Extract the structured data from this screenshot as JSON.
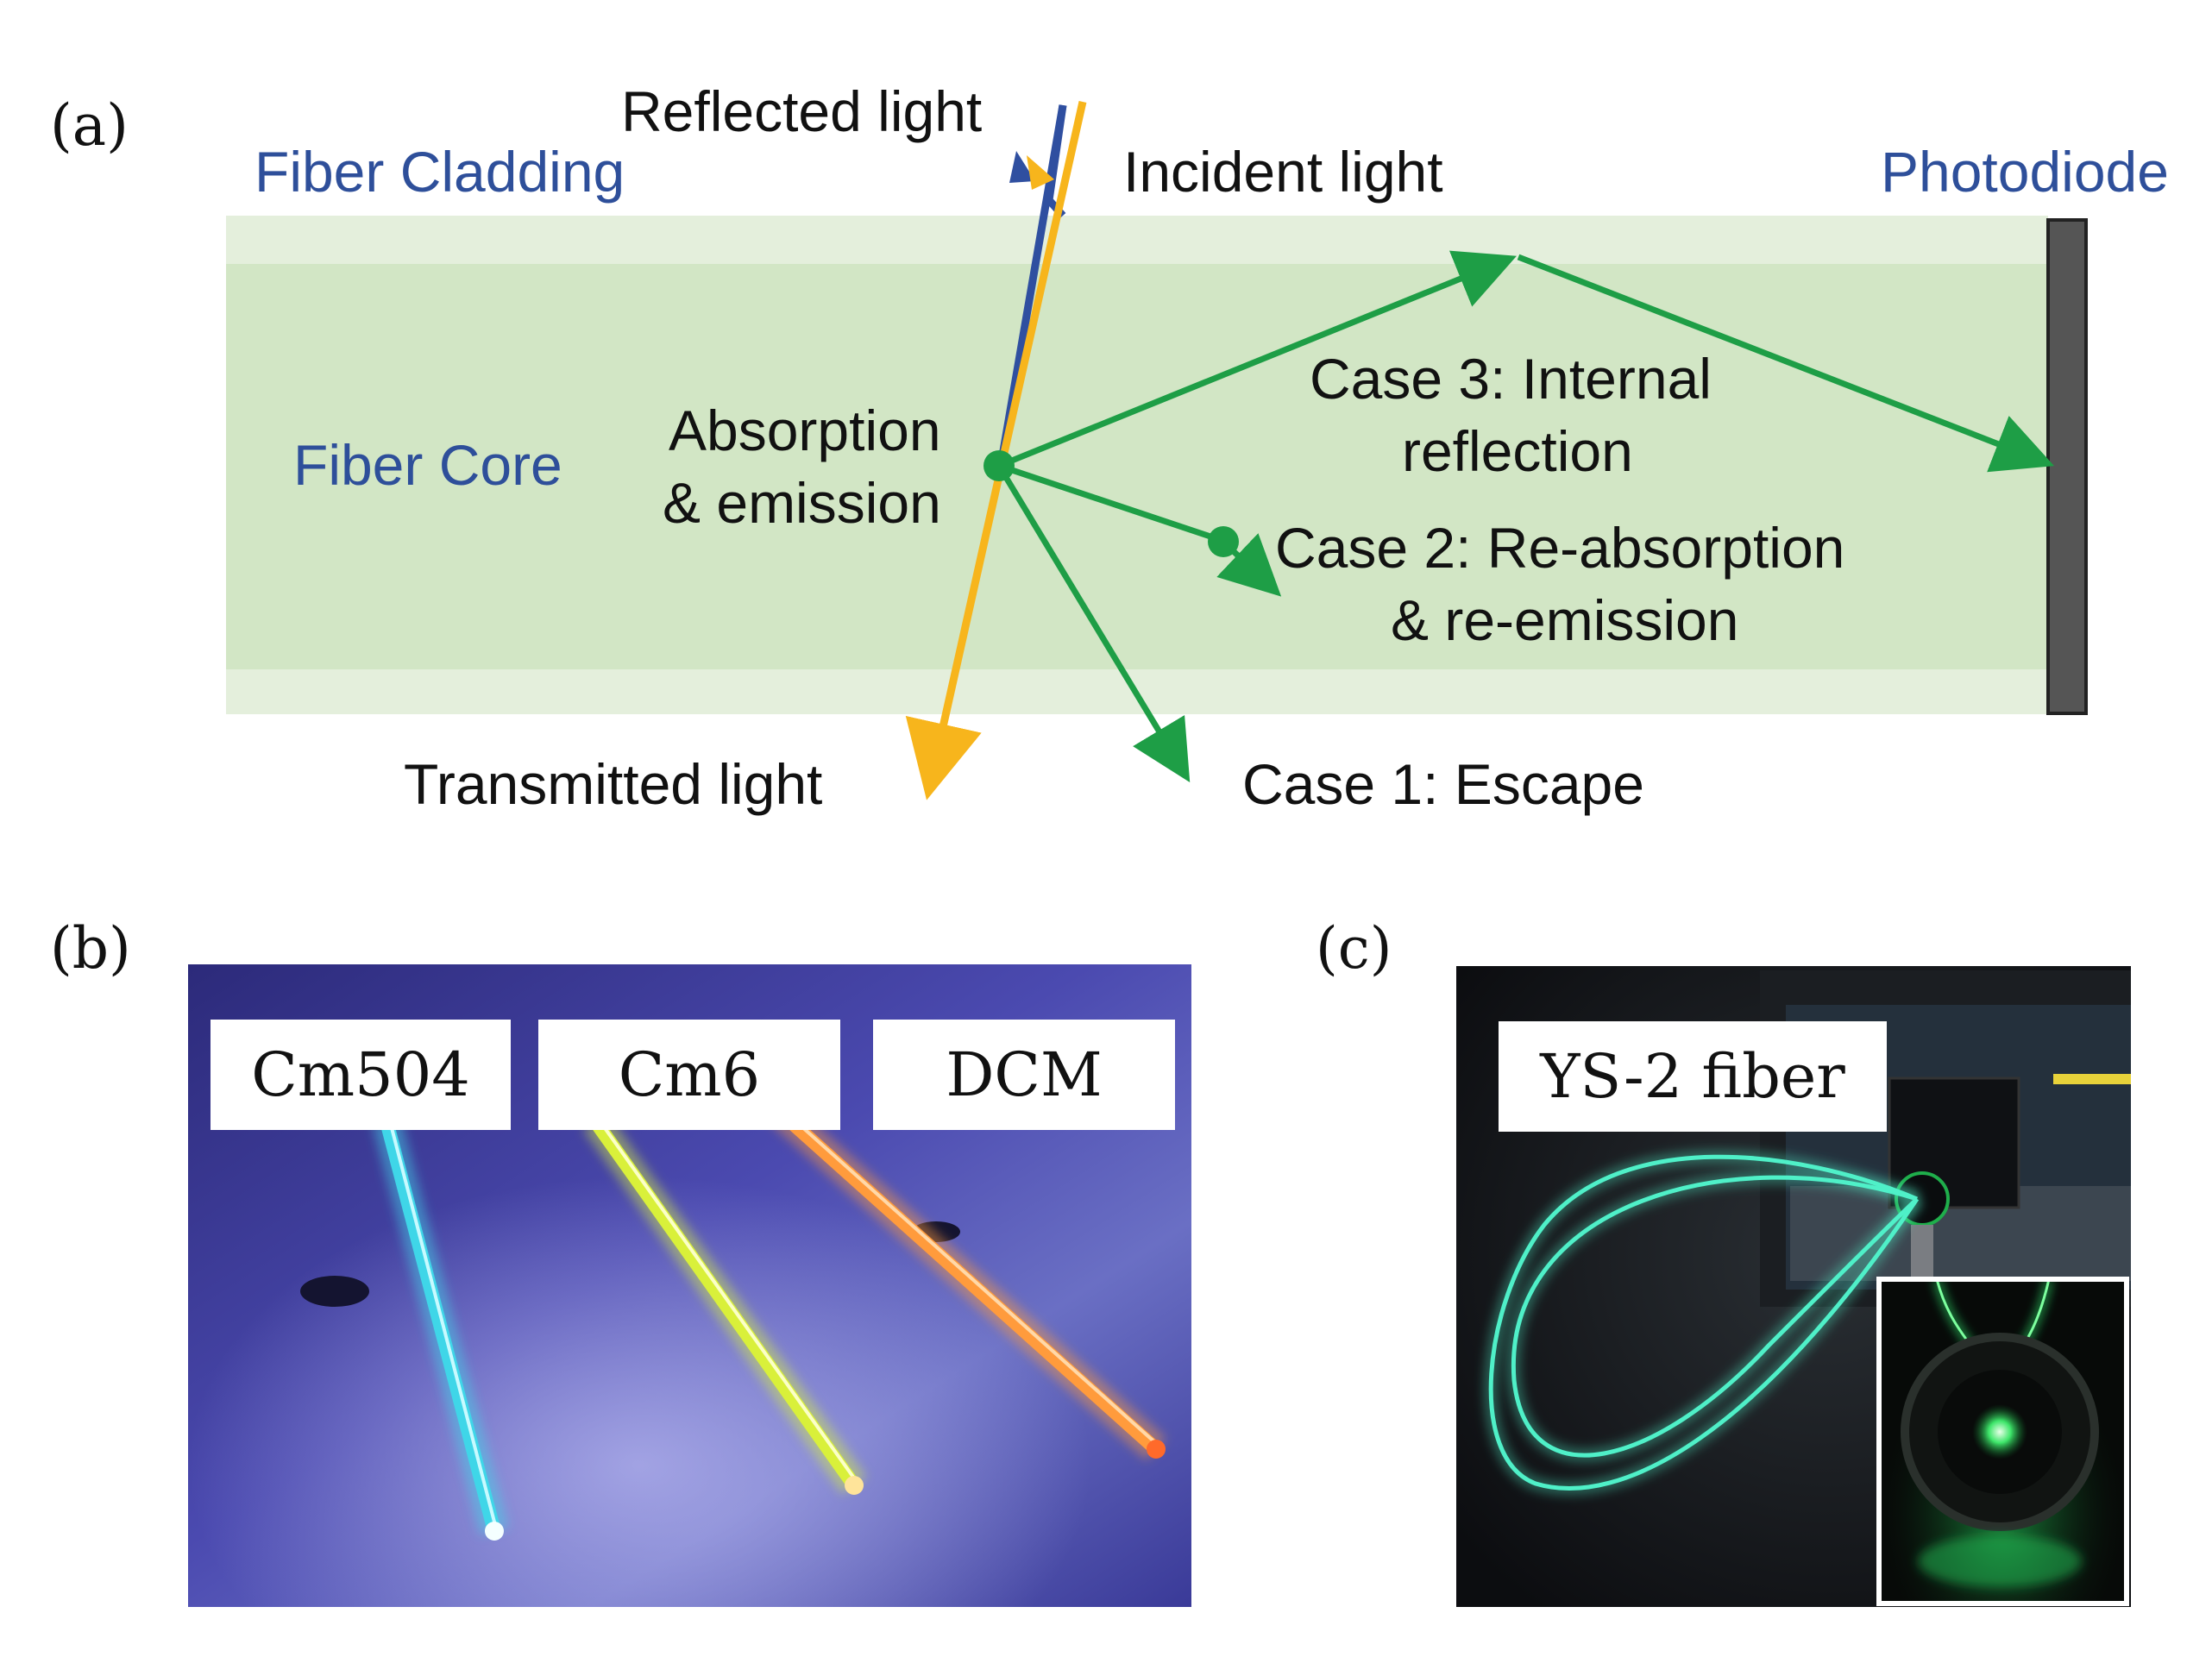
{
  "panels": {
    "a": {
      "letter": "(a)",
      "labels": {
        "fiber_cladding": "Fiber Cladding",
        "fiber_core": "Fiber Core",
        "photodiode": "Photodiode",
        "reflected_light": "Reflected light",
        "incident_light": "Incident light",
        "absorption_line1": "Absorption",
        "absorption_line2": "& emission",
        "case3_line1": "Case 3: Internal",
        "case3_line2": "reflection",
        "case2_line1": "Case 2: Re-absorption",
        "case2_line2": "& re-emission",
        "transmitted_light": "Transmitted light",
        "case1": "Case 1: Escape"
      },
      "colors": {
        "cladding": "#e4efdc",
        "core": "#d2e6c5",
        "incident": "#f7b51c",
        "reflected": "#2f4fa0",
        "emission": "#1e9e46",
        "photodiode": "#555555",
        "label_blue": "#2e4f9a"
      }
    },
    "b": {
      "letter": "(b)",
      "fiber_labels": [
        "Cm504",
        "Cm6",
        "DCM"
      ],
      "fiber_colors": [
        "#3fd6e8",
        "#d9f03a",
        "#ff9b3c"
      ]
    },
    "c": {
      "letter": "(c)",
      "label": "YS-2 fiber",
      "fiber_color": "#4ff0c8"
    }
  }
}
